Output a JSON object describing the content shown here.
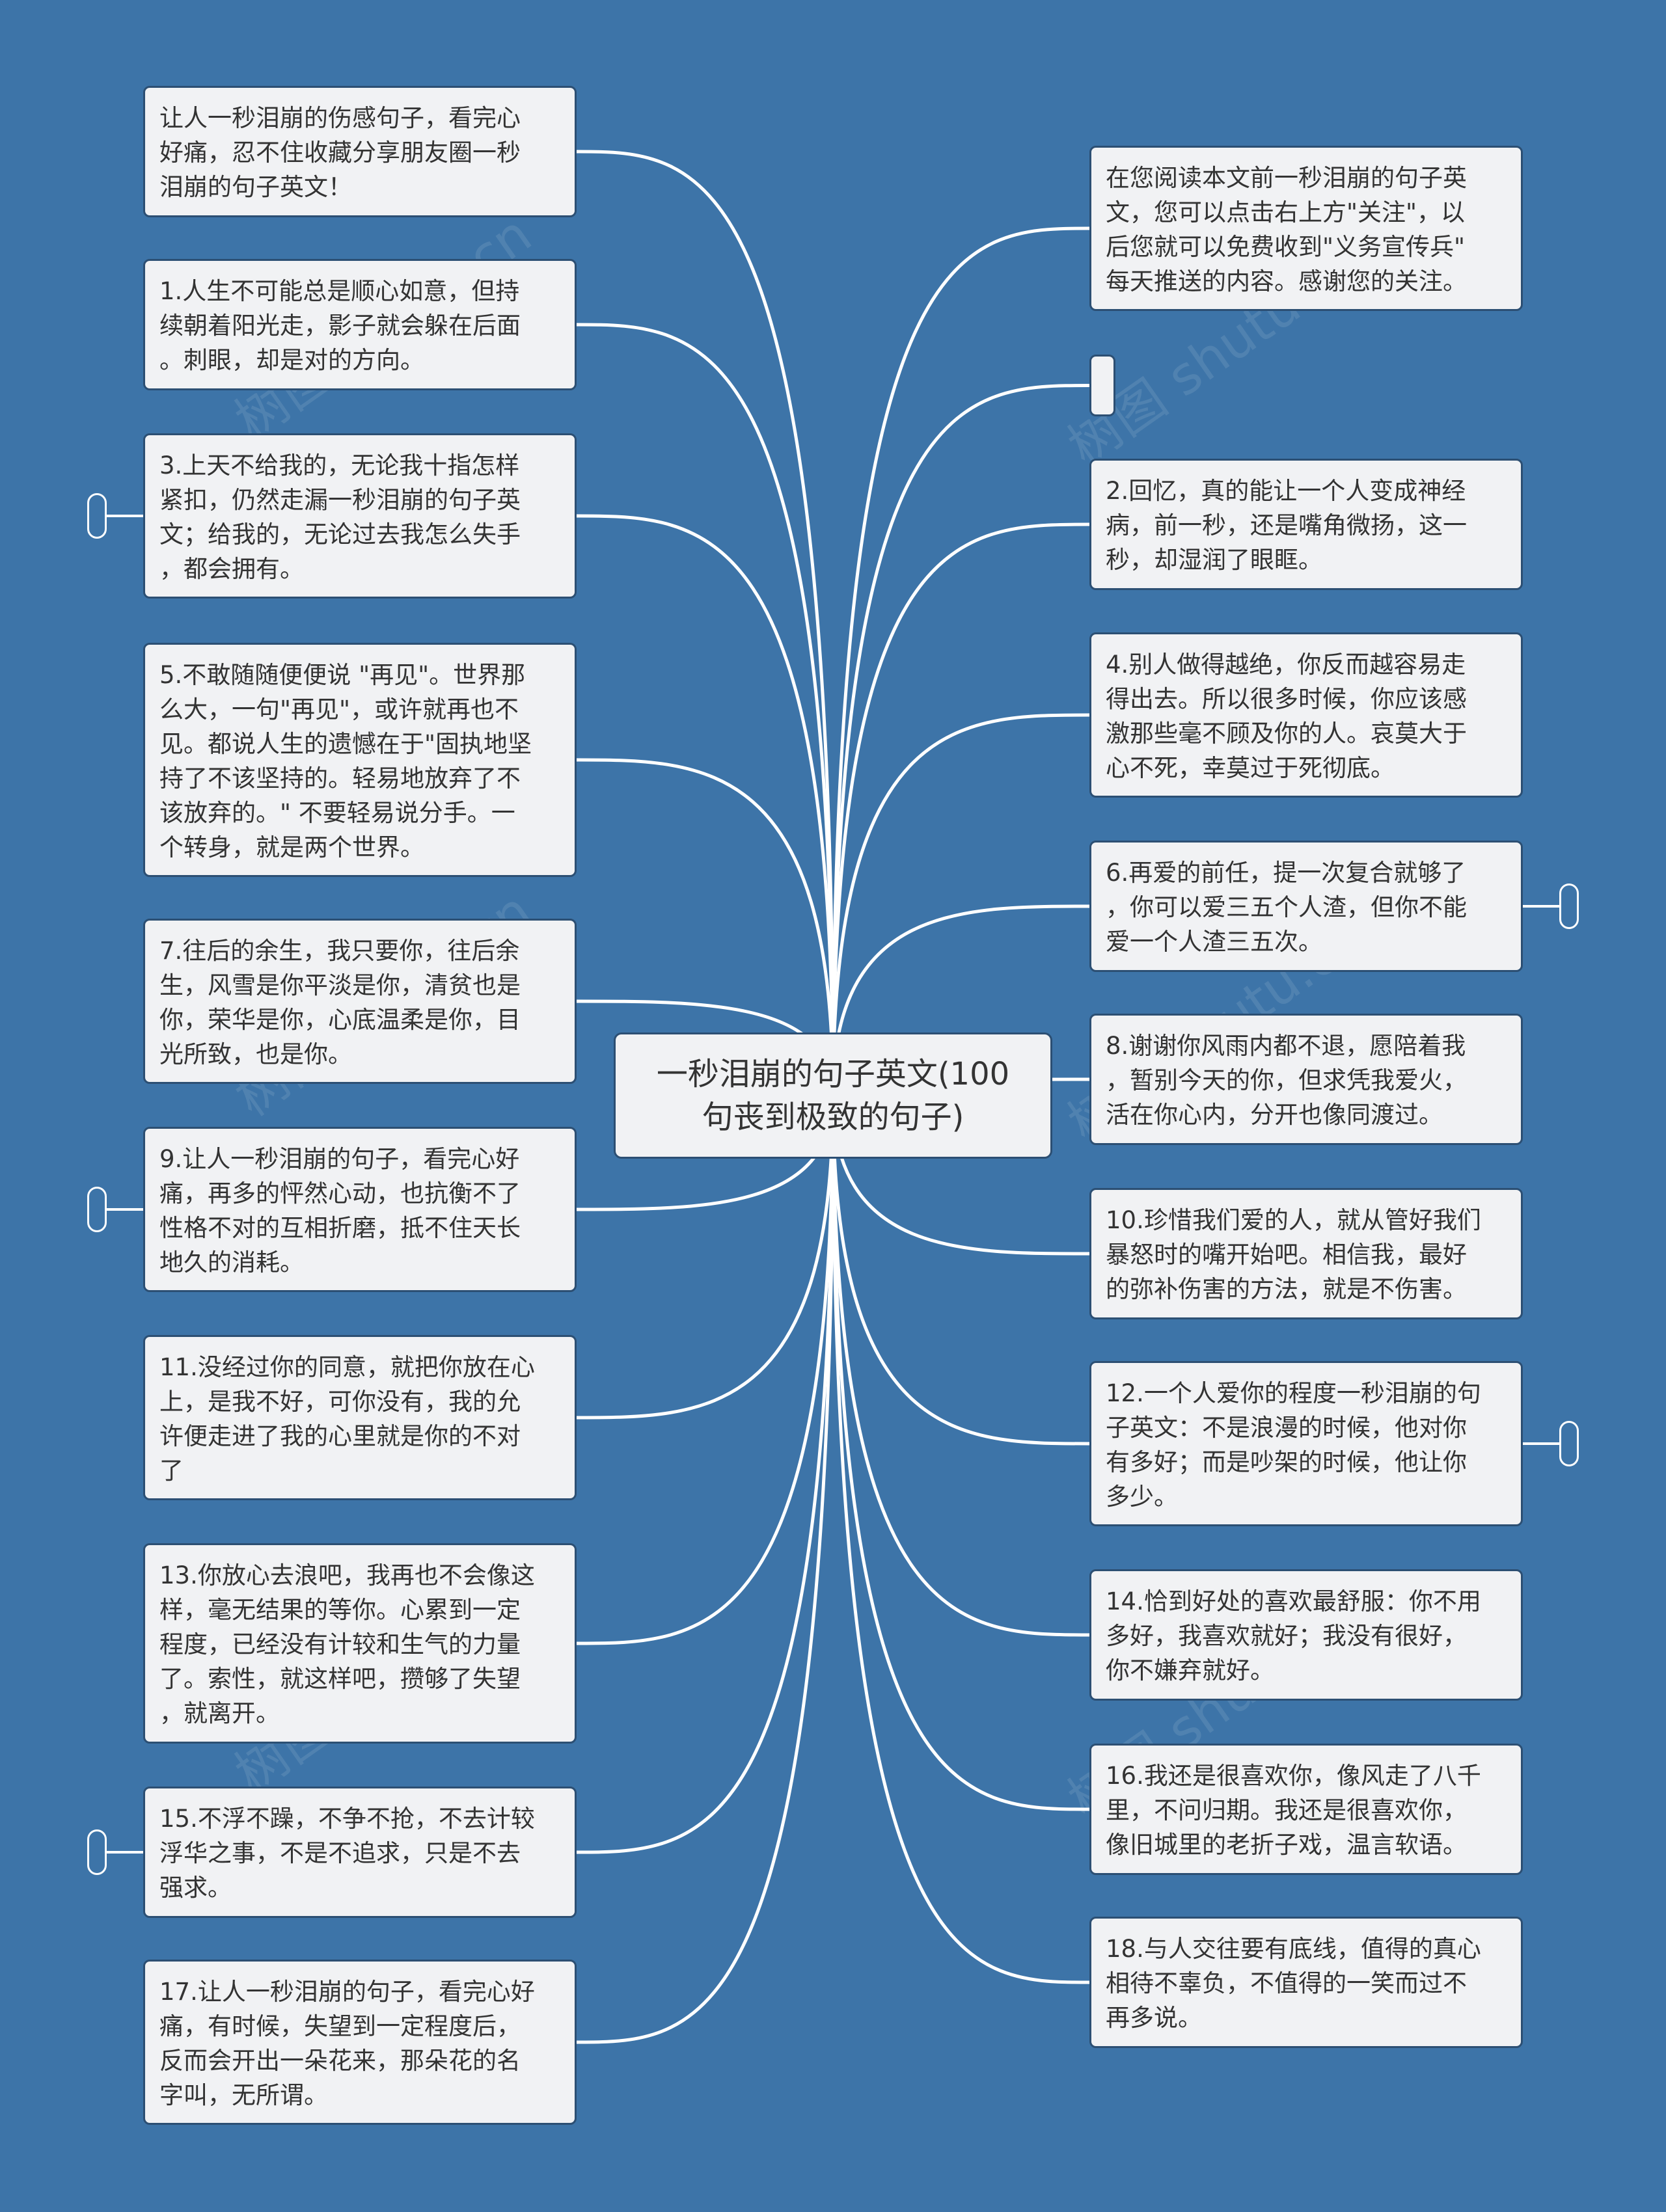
{
  "root": {
    "title": "一秒泪崩的句子英文(100\n句丧到极致的句子)"
  },
  "left_nodes": [
    {
      "text": "让人一秒泪崩的伤感句子，看完心\n好痛，忍不住收藏分享朋友圈一秒\n泪崩的句子英文！"
    },
    {
      "text": "1.人生不可能总是顺心如意，但持\n续朝着阳光走，影子就会躲在后面\n。刺眼，却是对的方向。"
    },
    {
      "text": "3.上天不给我的，无论我十指怎样\n紧扣，仍然走漏一秒泪崩的句子英\n文；给我的，无论过去我怎么失手\n，都会拥有。"
    },
    {
      "text": "5.不敢随随便便说 \"再见\"。世界那\n么大，一句\"再见\"，或许就再也不\n见。都说人生的遗憾在于\"固执地坚\n持了不该坚持的。轻易地放弃了不\n该放弃的。\" 不要轻易说分手。一\n个转身，就是两个世界。"
    },
    {
      "text": "7.往后的余生，我只要你，往后余\n生，风雪是你平淡是你，清贫也是\n你，荣华是你，心底温柔是你，目\n光所致，也是你。"
    },
    {
      "text": "9.让人一秒泪崩的句子，看完心好\n痛，再多的怦然心动，也抗衡不了\n性格不对的互相折磨，抵不住天长\n地久的消耗。"
    },
    {
      "text": "11.没经过你的同意，就把你放在心\n上，是我不好，可你没有，我的允\n许便走进了我的心里就是你的不对\n了"
    },
    {
      "text": "13.你放心去浪吧，我再也不会像这\n样，毫无结果的等你。心累到一定\n程度，已经没有计较和生气的力量\n了。索性，就这样吧，攒够了失望\n，就离开。"
    },
    {
      "text": "15.不浮不躁，不争不抢，不去计较\n浮华之事，不是不追求，只是不去\n强求。"
    },
    {
      "text": "17.让人一秒泪崩的句子，看完心好\n痛，有时候，失望到一定程度后，\n反而会开出一朵花来，那朵花的名\n字叫，无所谓。"
    }
  ],
  "right_nodes": [
    {
      "text": "在您阅读本文前一秒泪崩的句子英\n文，您可以点击右上方\"关注\"，以\n后您就可以免费收到\"义务宣传兵\"\n每天推送的内容。感谢您的关注。"
    },
    {
      "text": ""
    },
    {
      "text": "2.回忆，真的能让一个人变成神经\n病，前一秒，还是嘴角微扬，这一\n秒，却湿润了眼眶。"
    },
    {
      "text": "4.别人做得越绝，你反而越容易走\n得出去。所以很多时候，你应该感\n激那些毫不顾及你的人。哀莫大于\n心不死，幸莫过于死彻底。"
    },
    {
      "text": "6.再爱的前任，提一次复合就够了\n，你可以爱三五个人渣，但你不能\n爱一个人渣三五次。"
    },
    {
      "text": "8.谢谢你风雨内都不退，愿陪着我\n，暂别今天的你，但求凭我爱火，\n活在你心内，分开也像同渡过。"
    },
    {
      "text": "10.珍惜我们爱的人，就从管好我们\n暴怒时的嘴开始吧。相信我，最好\n的弥补伤害的方法，就是不伤害。"
    },
    {
      "text": "12.一个人爱你的程度一秒泪崩的句\n子英文：不是浪漫的时候，他对你\n有多好；而是吵架的时候，他让你\n多少。"
    },
    {
      "text": "14.恰到好处的喜欢最舒服：你不用\n多好，我喜欢就好；我没有很好，\n你不嫌弃就好。"
    },
    {
      "text": "16.我还是很喜欢你，像风走了八千\n里，不问归期。我还是很喜欢你，\n像旧城里的老折子戏，温言软语。"
    },
    {
      "text": "18.与人交往要有底线，值得的真心\n相待不辜负，不值得的一笑而过不\n再多说。"
    }
  ],
  "watermark": "树图 shutu.cn",
  "colors": {
    "background": "#3d74a8",
    "node_fill": "#f1f2f4",
    "node_border": "#2c4f73",
    "link": "#ffffff"
  }
}
